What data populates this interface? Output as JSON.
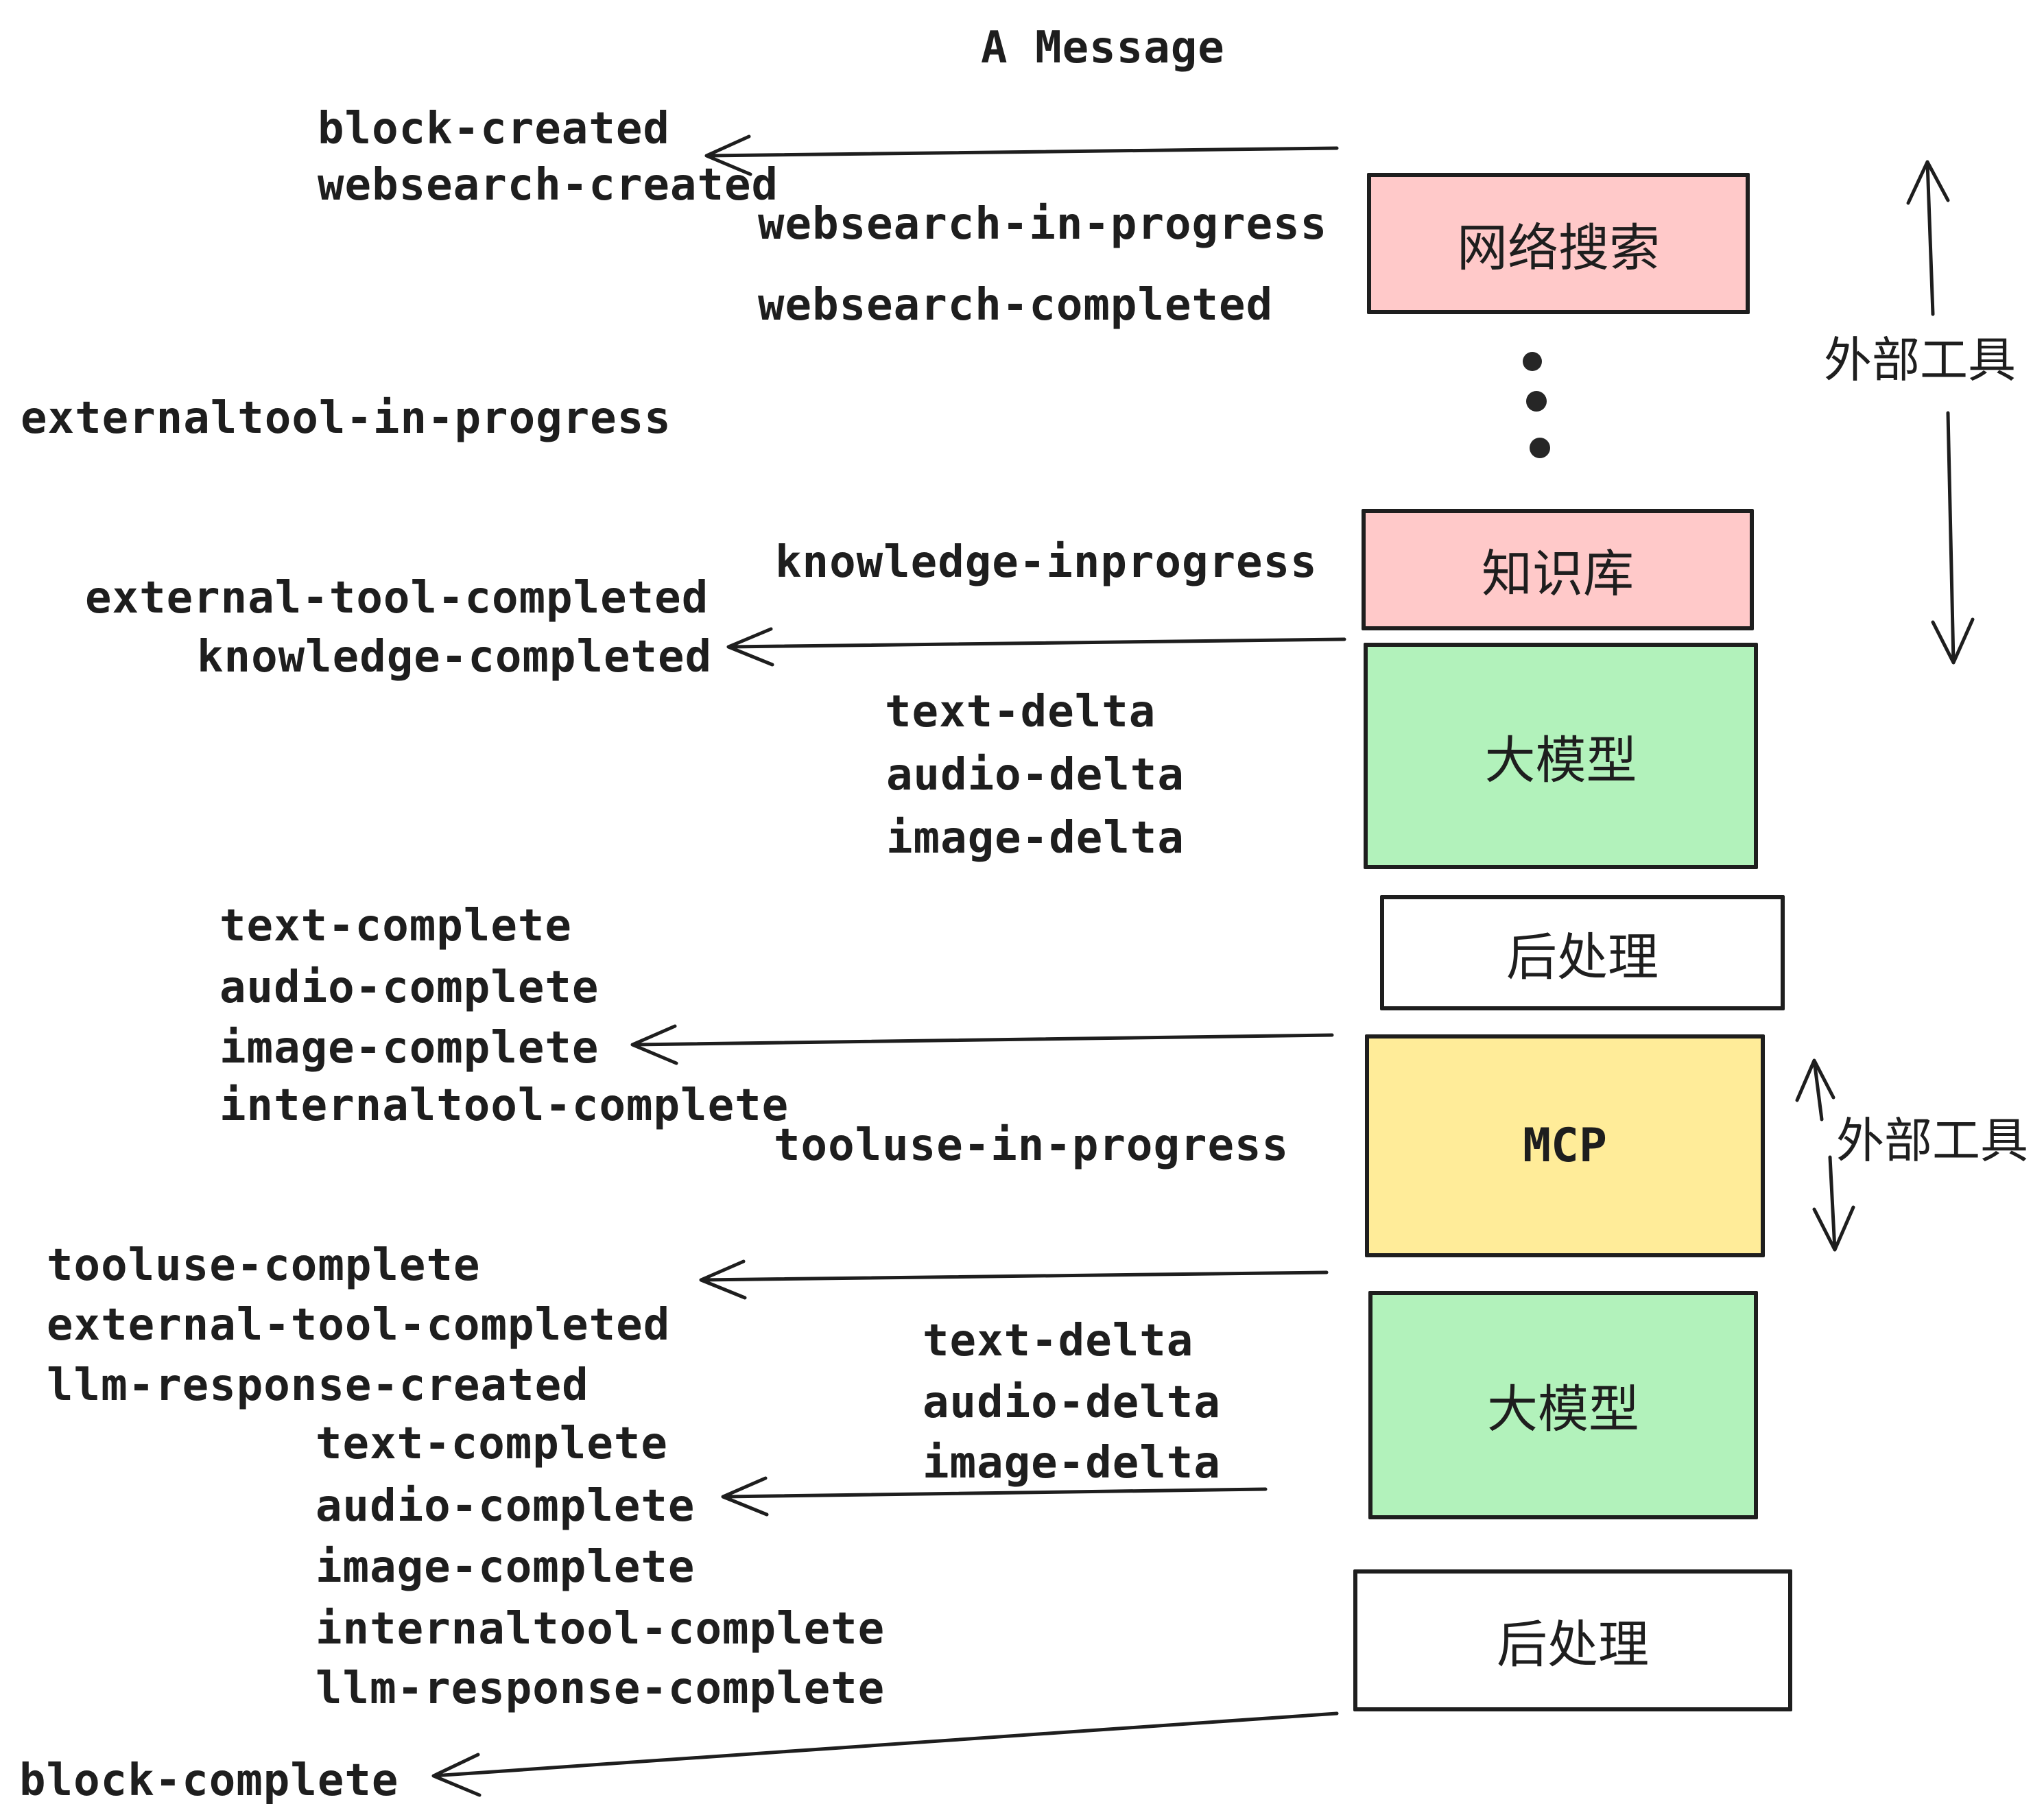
{
  "page": {
    "title": "A Message"
  },
  "colors": {
    "background": "#ffffff",
    "border": "#1e1e1e",
    "text": "#1e1e1e",
    "pink": "#ffc9c9",
    "green": "#b2f2bb",
    "yellow": "#ffec99",
    "white": "#ffffff"
  },
  "pipeline_boxes": [
    {
      "id": "websearch",
      "label": "网络搜索",
      "fill": "#ffc9c9"
    },
    {
      "id": "knowledge",
      "label": "知识库",
      "fill": "#ffc9c9"
    },
    {
      "id": "llm-1",
      "label": "大模型",
      "fill": "#b2f2bb"
    },
    {
      "id": "postprocess-1",
      "label": "后处理",
      "fill": "#ffffff"
    },
    {
      "id": "mcp",
      "label": "MCP",
      "fill": "#ffec99"
    },
    {
      "id": "llm-2",
      "label": "大模型",
      "fill": "#b2f2bb"
    },
    {
      "id": "postprocess-2",
      "label": "后处理",
      "fill": "#ffffff"
    }
  ],
  "side_annotations": [
    {
      "label": "外部工具"
    },
    {
      "label": "外部工具"
    }
  ],
  "event_labels": [
    {
      "text": "block-created"
    },
    {
      "text": "websearch-created"
    },
    {
      "text": "websearch-in-progress"
    },
    {
      "text": "websearch-completed"
    },
    {
      "text": "externaltool-in-progress"
    },
    {
      "text": "knowledge-inprogress"
    },
    {
      "text": "external-tool-completed"
    },
    {
      "text": "knowledge-completed"
    },
    {
      "text": "text-delta"
    },
    {
      "text": "audio-delta"
    },
    {
      "text": "image-delta"
    },
    {
      "text": "text-complete"
    },
    {
      "text": "audio-complete"
    },
    {
      "text": "image-complete"
    },
    {
      "text": "internaltool-complete"
    },
    {
      "text": "tooluse-in-progress"
    },
    {
      "text": "tooluse-complete"
    },
    {
      "text": "external-tool-completed"
    },
    {
      "text": "text-delta"
    },
    {
      "text": "llm-response-created"
    },
    {
      "text": "audio-delta"
    },
    {
      "text": "text-complete"
    },
    {
      "text": "image-delta"
    },
    {
      "text": "audio-complete"
    },
    {
      "text": "image-complete"
    },
    {
      "text": "internaltool-complete"
    },
    {
      "text": "llm-response-complete"
    },
    {
      "text": "block-complete"
    }
  ]
}
